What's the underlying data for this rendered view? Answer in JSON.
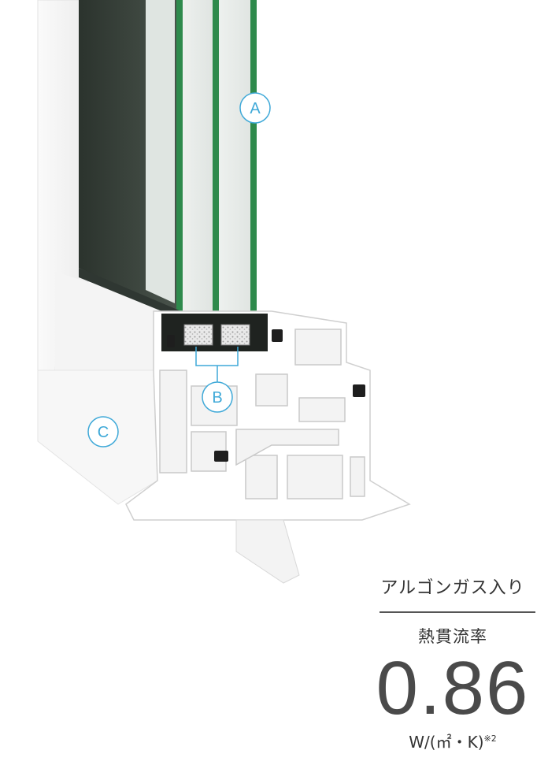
{
  "callouts": {
    "a": "A",
    "b": "B",
    "c": "C"
  },
  "info": {
    "gas_label": "アルゴンガス入り",
    "thermal_label": "熱貫流率",
    "u_value": "0.86",
    "unit": "W/(㎡・K)",
    "unit_note": "※2"
  },
  "colors": {
    "callout": "#3fa9d8",
    "glass_edge": "#2e8a4c",
    "frame": "#ffffff",
    "gasket": "#1e1e1e",
    "text": "#333333"
  }
}
